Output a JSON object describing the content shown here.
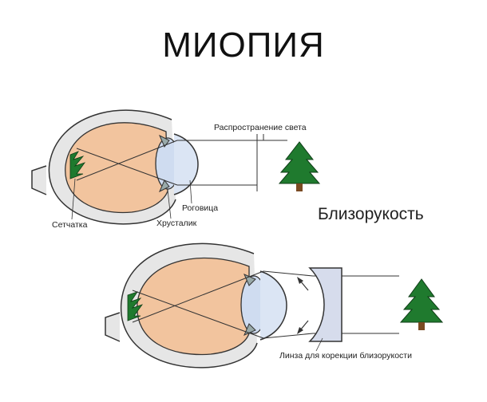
{
  "title": "МИОПИЯ",
  "subtitle": "Близорукость",
  "labels": {
    "light": "Распространение света",
    "retina": "Сетчатка",
    "lens": "Хрусталик",
    "cornea": "Роговица",
    "correction": "Линза для корекции близорукости"
  },
  "colors": {
    "eyeball": "#f2c49e",
    "sclera": "#e6e6e6",
    "outline": "#333333",
    "lens": "#cfdcf0",
    "tree": "#1f7a2e"
  }
}
